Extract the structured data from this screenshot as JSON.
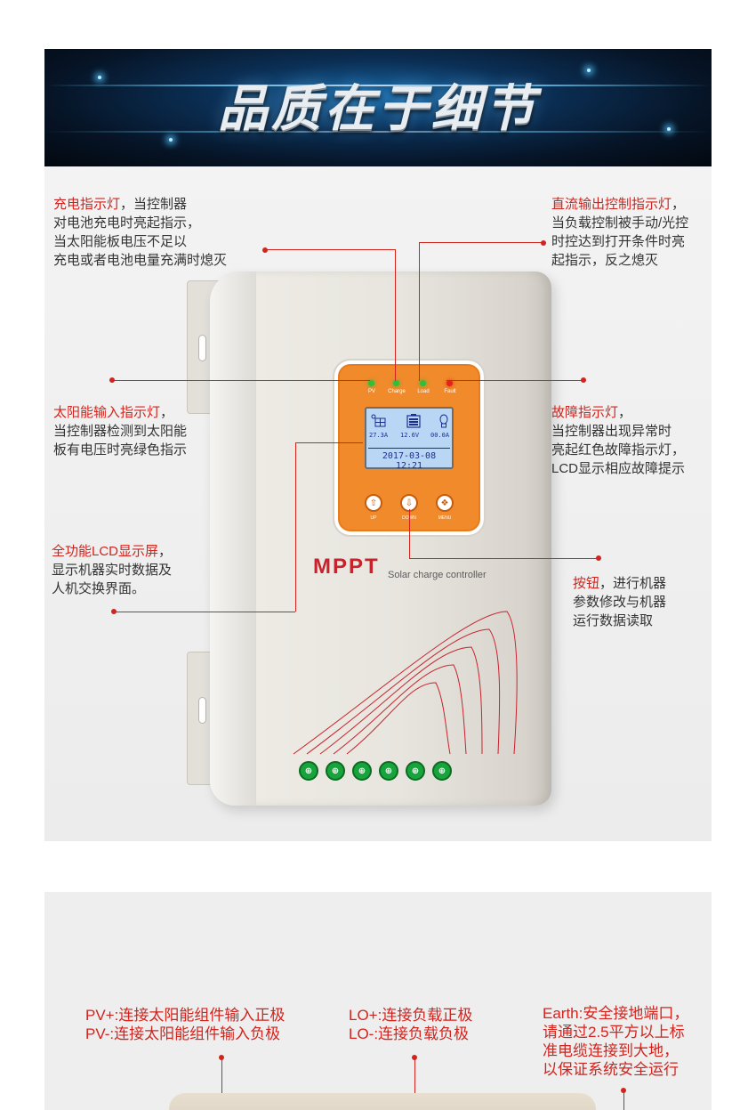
{
  "banner": {
    "title": "品质在于细节"
  },
  "device": {
    "leds": [
      {
        "label": "PV",
        "color": "#2fbf3a"
      },
      {
        "label": "Charge",
        "color": "#2fbf3a"
      },
      {
        "label": "Load",
        "color": "#2fbf3a"
      },
      {
        "label": "Fault",
        "color": "#e2231a"
      }
    ],
    "lcd": {
      "pv_current": "27.3A",
      "battery_voltage": "12.6V",
      "load_current": "00.0A",
      "datetime": "2017-03-08  12:21"
    },
    "buttons": [
      {
        "label": "UP",
        "icon": "up-arrow-icon",
        "glyph": "⇧"
      },
      {
        "label": "DOWN",
        "icon": "down-arrow-icon",
        "glyph": "⇩"
      },
      {
        "label": "MENU",
        "icon": "menu-icon",
        "glyph": "❖"
      }
    ],
    "brand": "MPPT",
    "brand_subtitle": "Solar charge controller",
    "terminal_glyph": "⊕",
    "accent_color": "#f08a2b"
  },
  "annotations": {
    "charge_led": {
      "title": "充电指示灯",
      "lines": [
        "，当控制器",
        "对电池充电时亮起指示，",
        "当太阳能板电压不足以",
        "充电或者电池电量充满时熄灭"
      ]
    },
    "load_led": {
      "title": "直流输出控制指示灯",
      "lines": [
        "，",
        "当负载控制被手动/光控",
        "时控达到打开条件时亮",
        "起指示，反之熄灭"
      ]
    },
    "pv_led": {
      "title": "太阳能输入指示灯",
      "lines": [
        "，",
        "当控制器检测到太阳能",
        "板有电压时亮绿色指示"
      ]
    },
    "fault_led": {
      "title": "故障指示灯",
      "lines": [
        "，",
        "当控制器出现异常时",
        "亮起红色故障指示灯，",
        "LCD显示相应故障提示"
      ]
    },
    "lcd": {
      "title": "全功能LCD显示屏",
      "lines": [
        "，",
        "显示机器实时数据及",
        "人机交换界面。"
      ]
    },
    "buttons": {
      "title": "按钮",
      "lines": [
        "，进行机器",
        "参数修改与机器",
        "运行数据读取"
      ]
    }
  },
  "panel2": {
    "pv_terminal": {
      "lines": [
        "PV+:连接太阳能组件输入正极",
        "PV-:连接太阳能组件输入负极"
      ]
    },
    "load_terminal": {
      "lines": [
        "LO+:连接负载正极",
        "LO-:连接负载负极"
      ]
    },
    "earth_terminal": {
      "lines": [
        "Earth:安全接地端口，",
        "请通过2.5平方以上标",
        "准电缆连接到大地，",
        "以保证系统安全运行"
      ]
    }
  },
  "colors": {
    "annotation_red": "#d3231d",
    "body_text": "#333333"
  }
}
